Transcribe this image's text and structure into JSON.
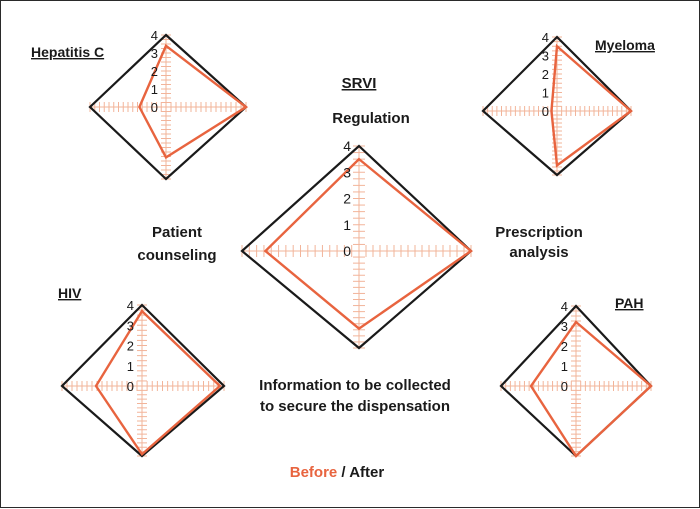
{
  "chart_data": [
    {
      "type": "radar",
      "title": "SRVI",
      "axes": [
        "Regulation",
        "Prescription analysis",
        "Information to be collected to secure the dispensation",
        "Patient counseling"
      ],
      "axis_labels": {
        "top": "Regulation",
        "right": [
          "Prescription",
          "analysis"
        ],
        "bottom": [
          "Information to be collected",
          "to secure the dispensation"
        ],
        "left": [
          "Patient",
          "counseling"
        ]
      },
      "rlim": [
        0,
        4
      ],
      "ticks": [
        "0",
        "1",
        "2",
        "3",
        "4"
      ],
      "series": [
        {
          "name": "Before",
          "color": "#e8643f",
          "values": [
            3.5,
            4,
            3.2,
            3.2
          ]
        },
        {
          "name": "After",
          "color": "#1a1a1a",
          "values": [
            4,
            4,
            4,
            4
          ]
        }
      ]
    },
    {
      "type": "radar",
      "title": "Hepatitis C",
      "rlim": [
        0,
        4
      ],
      "ticks": [
        "0",
        "1",
        "2",
        "3",
        "4"
      ],
      "series": [
        {
          "name": "Before",
          "color": "#e8643f",
          "values": [
            3.4,
            4,
            2.8,
            1.4
          ]
        },
        {
          "name": "After",
          "color": "#1a1a1a",
          "values": [
            4,
            4,
            4,
            4
          ]
        }
      ]
    },
    {
      "type": "radar",
      "title": "Myeloma",
      "rlim": [
        0,
        4
      ],
      "ticks": [
        "0",
        "1",
        "2",
        "3",
        "4"
      ],
      "series": [
        {
          "name": "Before",
          "color": "#e8643f",
          "values": [
            3.5,
            4,
            3.4,
            0.3
          ]
        },
        {
          "name": "After",
          "color": "#1a1a1a",
          "values": [
            4,
            4,
            4,
            4
          ]
        }
      ]
    },
    {
      "type": "radar",
      "title": "HIV",
      "rlim": [
        0,
        4
      ],
      "ticks": [
        "0",
        "1",
        "2",
        "3",
        "4"
      ],
      "series": [
        {
          "name": "Before",
          "color": "#e8643f",
          "values": [
            3.7,
            3.8,
            3.9,
            2.3
          ]
        },
        {
          "name": "After",
          "color": "#1a1a1a",
          "values": [
            4,
            4,
            4,
            4
          ]
        }
      ]
    },
    {
      "type": "radar",
      "title": "PAH",
      "rlim": [
        0,
        4
      ],
      "ticks": [
        "0",
        "1",
        "2",
        "3",
        "4"
      ],
      "series": [
        {
          "name": "Before",
          "color": "#e8643f",
          "values": [
            3.2,
            4,
            4,
            2.4
          ]
        },
        {
          "name": "After",
          "color": "#1a1a1a",
          "values": [
            4,
            4,
            4,
            4
          ]
        }
      ]
    }
  ],
  "legend": {
    "before": "Before",
    "separator": " / ",
    "after": "After"
  },
  "colors": {
    "before": "#e8643f",
    "after": "#1a1a1a",
    "grid": "#f2b49a"
  }
}
